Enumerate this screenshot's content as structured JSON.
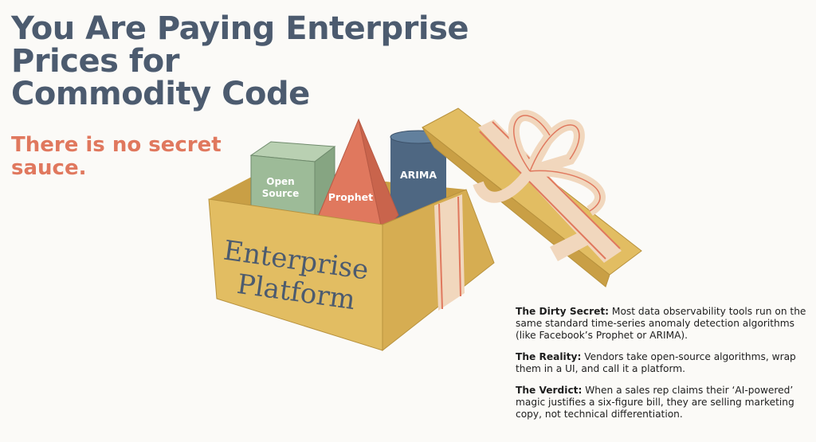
{
  "slide": {
    "title": "You Are Paying Enterprise Prices for Commodity Code",
    "title_lines": [
      "You Are Paying Enterprise",
      "Prices for",
      "Commodity Code"
    ],
    "subtitle": "There is no secret sauce."
  },
  "illustration": {
    "box_label_line1": "Enterprise",
    "box_label_line2": "Platform",
    "cube_label_line1": "Open",
    "cube_label_line2": "Source",
    "pyramid_label": "Prophet",
    "cylinder_label": "ARIMA"
  },
  "notes": [
    {
      "label": "The Dirty Secret:",
      "text": " Most data observability tools run on the same standard time-series anomaly detection algorithms (like Facebook’s Prophet or ARIMA)."
    },
    {
      "label": "The Reality:",
      "text": " Vendors take open-source algorithms, wrap them in a UI, and call it a platform."
    },
    {
      "label": "The Verdict:",
      "text": " When a sales rep claims their ‘AI-powered’ magic justifies a six-figure bill, they are selling marketing copy, not technical differentiation."
    }
  ],
  "colors": {
    "title": "#4c5b6f",
    "accent": "#e0785e",
    "box": "#e2bd62",
    "cube": "#9dbb98",
    "cylinder": "#4e6782"
  }
}
